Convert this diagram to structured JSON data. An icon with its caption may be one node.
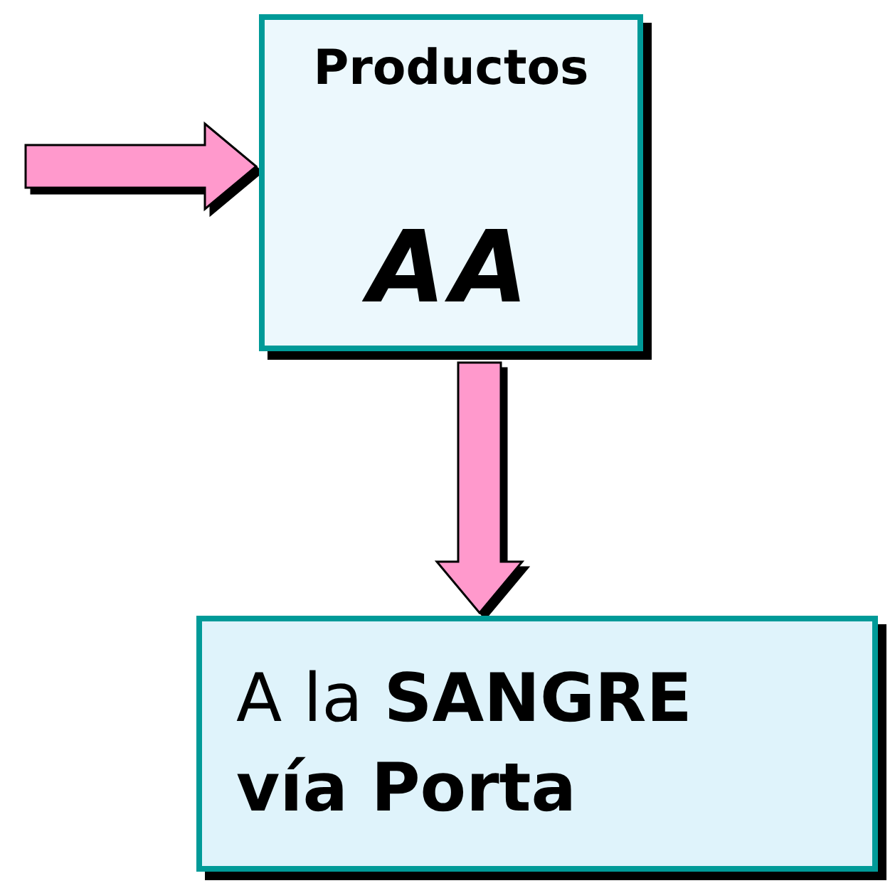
{
  "diagram": {
    "nodes": [
      {
        "text": [
          "Productos",
          "AA"
        ]
      },
      {
        "text": [
          "A la **SANGRE vía Porta**"
        ]
      }
    ],
    "edges": [
      {
        "from": null,
        "to": 0,
        "arrow": "to"
      },
      {
        "from": 0,
        "to": 1,
        "arrow": "to"
      }
    ]
  }
}
